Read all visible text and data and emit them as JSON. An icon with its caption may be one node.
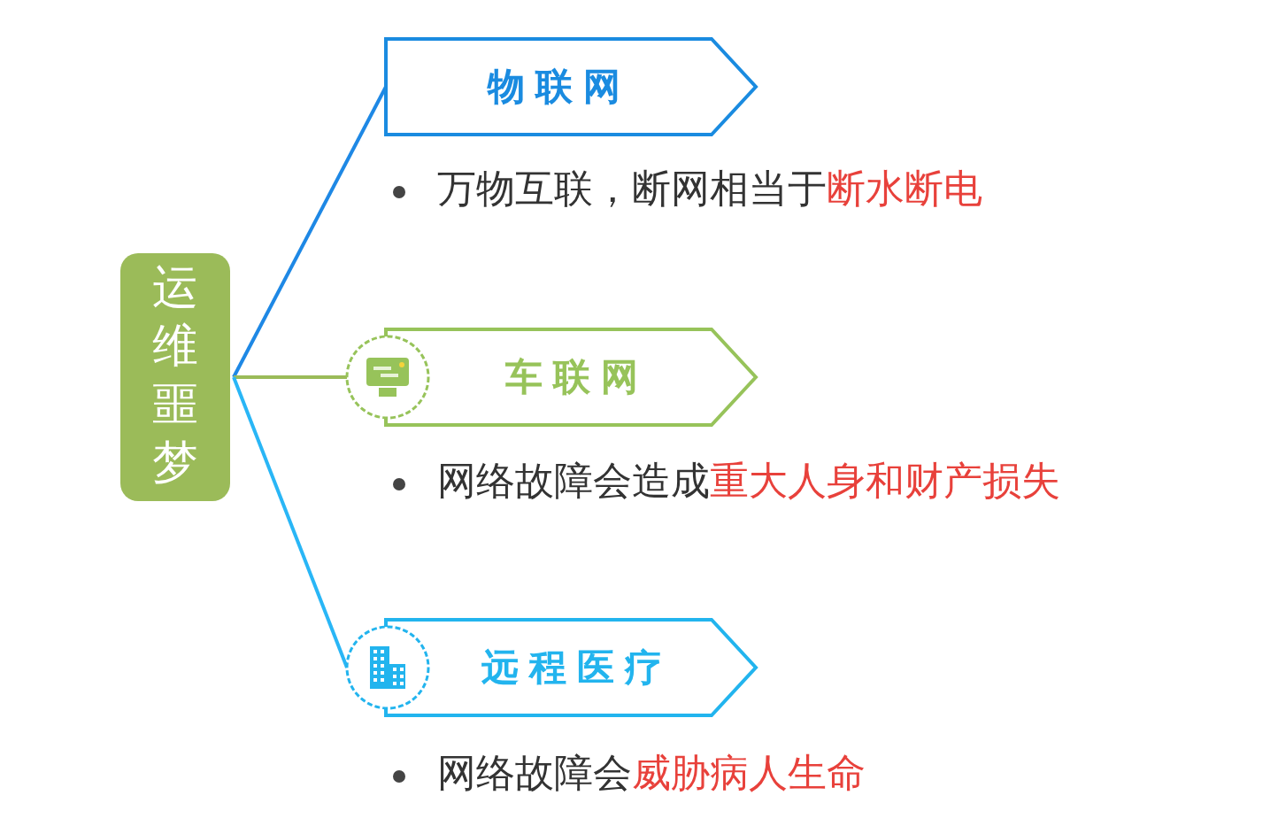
{
  "diagram": {
    "nodes": [
      {
        "text": [
          "运维噩梦"
        ]
      },
      {
        "text": [
          "物联网"
        ],
        "beside": [
          "万物互联，断网相当于**断水断电**"
        ]
      },
      {
        "text": [
          "车联网"
        ],
        "beside": [
          "网络故障会造成**重大人身和财产损失**"
        ]
      },
      {
        "text": [
          "远程医疗"
        ],
        "beside": [
          "网络故障会**威胁病人生命**"
        ]
      }
    ],
    "edges": [
      {
        "from": 0,
        "to": 1,
        "arrow": "none",
        "color": "#1e88e5"
      },
      {
        "from": 0,
        "to": 2,
        "arrow": "none",
        "color": "#9bbb59"
      },
      {
        "from": 0,
        "to": 3,
        "arrow": "none",
        "color": "#29b6f6"
      }
    ]
  }
}
